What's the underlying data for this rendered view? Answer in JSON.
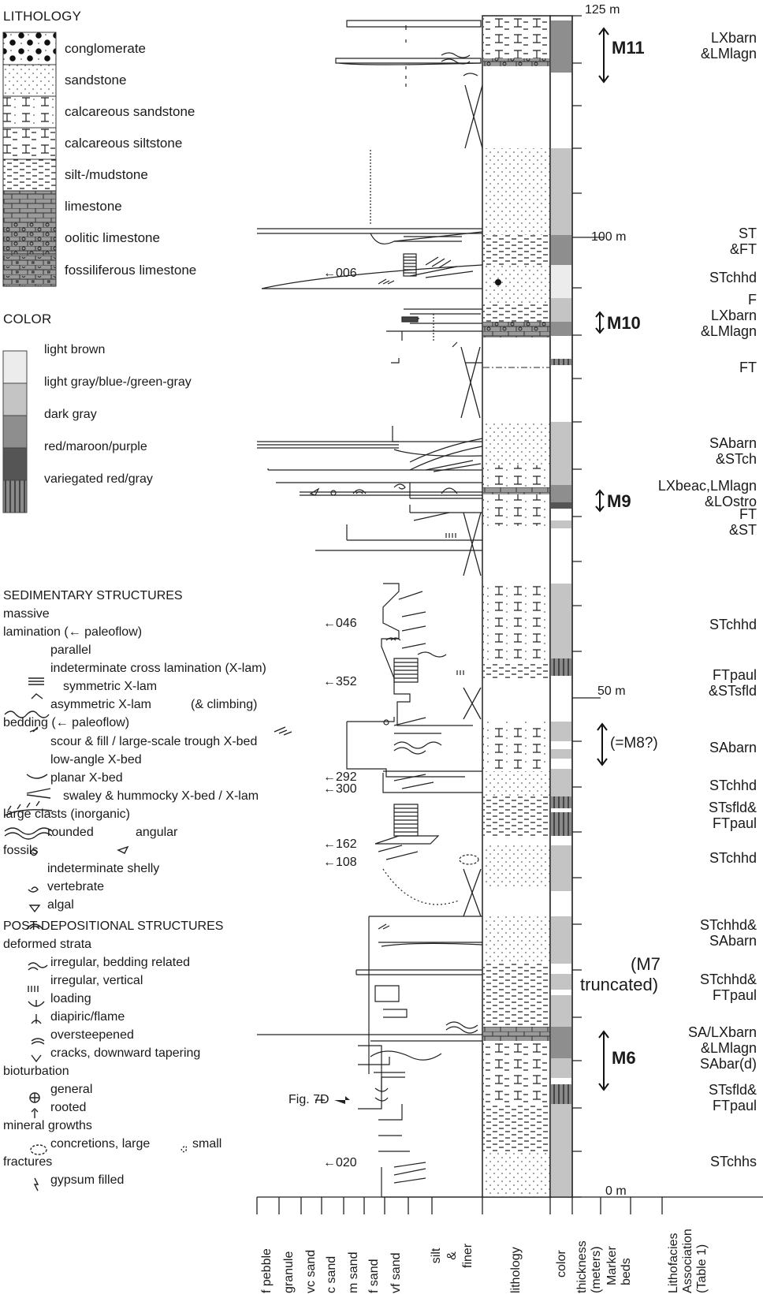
{
  "legend": {
    "lithology_title": "LITHOLOGY",
    "lithology": [
      {
        "label": "conglomerate",
        "icon": "conglomerate-pattern"
      },
      {
        "label": "sandstone",
        "icon": "sandstone-pattern"
      },
      {
        "label": "calcareous sandstone",
        "icon": "calcareous-sandstone-pattern"
      },
      {
        "label": "calcareous siltstone",
        "icon": "calcareous-siltstone-pattern"
      },
      {
        "label": "silt-/mudstone",
        "icon": "mudstone-pattern"
      },
      {
        "label": "limestone",
        "icon": "limestone-pattern"
      },
      {
        "label": "oolitic limestone",
        "icon": "oolitic-limestone-pattern"
      },
      {
        "label": "fossiliferous limestone",
        "icon": "fossiliferous-limestone-pattern"
      }
    ],
    "color_title": "COLOR",
    "colors": [
      {
        "label": "light brown",
        "hex": "#ececec"
      },
      {
        "label": "light gray/blue-/green-gray",
        "hex": "#c4c4c4"
      },
      {
        "label": "dark gray",
        "hex": "#8e8e8e"
      },
      {
        "label": "red/maroon/purple",
        "hex": "#555555"
      },
      {
        "label": "variegated red/gray",
        "hex": "#6a6a6a"
      }
    ],
    "sed_title": "SEDIMENTARY STRUCTURES",
    "massive": "massive",
    "lamination": "lamination  (← paleoflow)",
    "parallel": "parallel",
    "indeterminate_xlam": "indeterminate cross lamination (X-lam)",
    "symmetric_xlam": "symmetric X-lam",
    "asymmetric_xlam": "asymmetric X-lam",
    "climbing": "(& climbing)",
    "bedding": "bedding  (← paleoflow)",
    "scour_fill": "scour & fill / large-scale trough X-bed",
    "low_angle": "low-angle X-bed",
    "planar": "planar X-bed",
    "swaley": "swaley & hummocky X-bed / X-lam",
    "large_clasts": "large clasts (inorganic)",
    "rounded": "rounded",
    "angular": "angular",
    "fossils": "fossils",
    "shelly": "indeterminate shelly",
    "vertebrate": "vertebrate",
    "algal": "algal",
    "post_title": "POST-DEPOSITIONAL STRUCTURES",
    "deformed": "deformed strata",
    "irreg_bedding": "irregular, bedding related",
    "irreg_vertical": "irregular, vertical",
    "loading": "loading",
    "diapiric": "diapiric/flame",
    "oversteepened": "oversteepened",
    "cracks": "cracks, downward tapering",
    "bioturbation": "bioturbation",
    "general": "general",
    "rooted": "rooted",
    "mineral": "mineral growths",
    "concretions": "concretions, large",
    "small": "small",
    "fractures": "fractures",
    "gypsum": "gypsum filled"
  },
  "paleoflow_labels": [
    {
      "text": "←006"
    },
    {
      "text": "←046"
    },
    {
      "text": "←352"
    },
    {
      "text": "←292"
    },
    {
      "text": "←300"
    },
    {
      "text": "←162"
    },
    {
      "text": "←108"
    },
    {
      "text": "←020"
    }
  ],
  "fig_ref": "Fig. 7D",
  "thickness": {
    "top": "125 m",
    "mid1": "100 m",
    "mid2": "50 m",
    "bottom": "0 m"
  },
  "markers": {
    "m11": "M11",
    "m10": "M10",
    "m9": "M9",
    "m8": "(=M8?)",
    "m7_line1": "(M7",
    "m7_line2": "truncated)",
    "m6": "M6"
  },
  "lithofacies": [
    "LXbarn\n&LMlagn",
    "ST\n&FT",
    "STchhd",
    "F",
    "LXbarn\n&LMlagn",
    "FT",
    "SAbarn\n&STch",
    "LXbeac,LMlagn\n&LOstro",
    "FT\n&ST",
    "STchhd",
    "FTpaul\n&STsfld",
    "SAbarn",
    "STchhd",
    "STsfld&\nFTpaul",
    "STchhd",
    "STchhd&\nSAbarn",
    "STchhd&\nFTpaul",
    "SA/LXbarn\n&LMlagn\nSAbar(d)",
    "STsfld&\nFTpaul",
    "STchhs"
  ],
  "axis": {
    "grain": [
      "f pebble",
      "granule",
      "vc sand",
      "c sand",
      "m sand",
      "f sand",
      "vf sand",
      "silt\n&\nfiner"
    ],
    "lithology": "lithology",
    "color": "color",
    "thickness": "thickness\n(meters)",
    "marker": "Marker\nbeds",
    "lithofacies": "Lithofacies\nAssociation\n(Table 1)"
  }
}
